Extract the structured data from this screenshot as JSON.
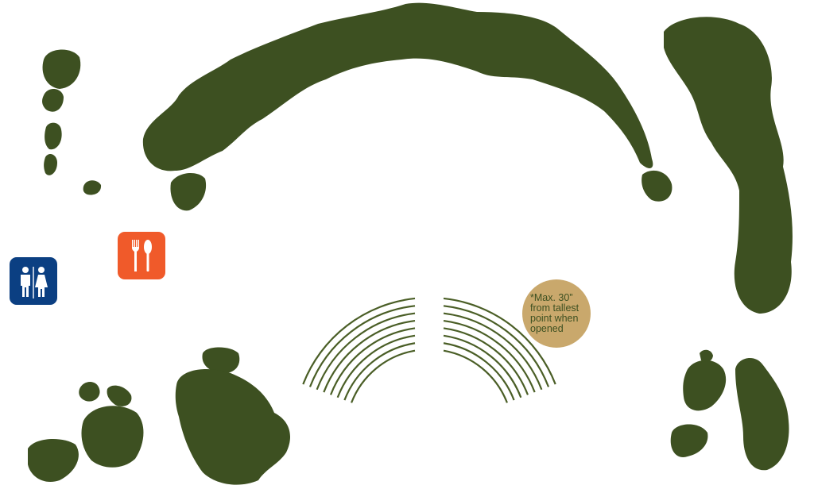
{
  "colors": {
    "foliage": "#3d5021",
    "restroom": "#0b3f82",
    "food": "#f05a2a",
    "note_circle": "#c9a86c",
    "seating_arc": "#4a5e26"
  },
  "amenities": [
    {
      "name": "restroom",
      "icon": "restroom-icon"
    },
    {
      "name": "food",
      "icon": "fork-spoon-icon"
    }
  ],
  "note": {
    "text": "*Max. 30” from tallest point when opened"
  },
  "seating": {
    "rows_per_side": 8,
    "sides": 2
  }
}
